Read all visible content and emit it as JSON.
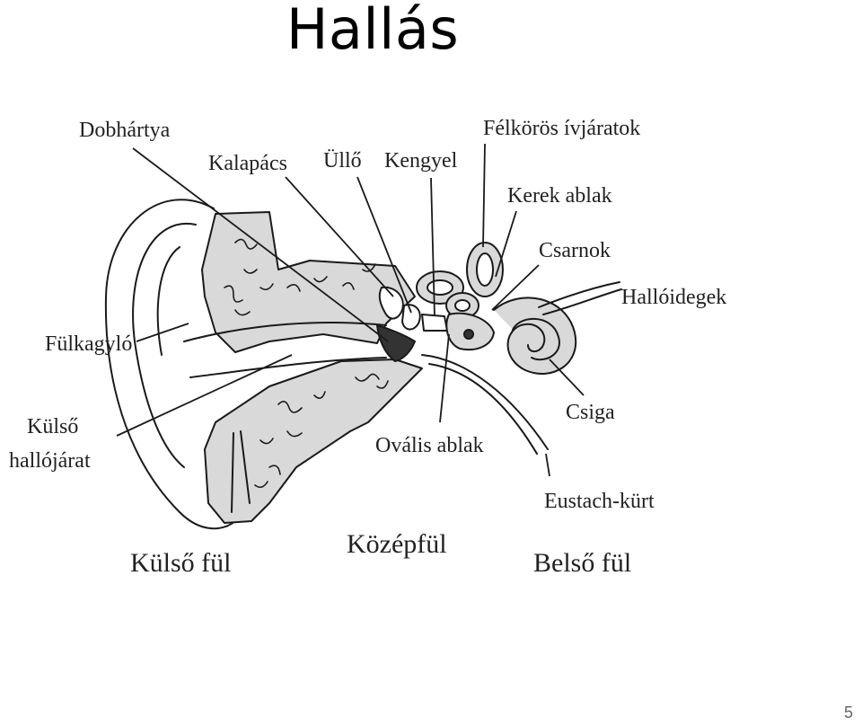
{
  "slide": {
    "title": "Hallás",
    "page_number": "5"
  },
  "diagram": {
    "labels": {
      "dobhartya": "Dobhártya",
      "kalapacs": "Kalapács",
      "ullo": "Üllő",
      "kengyel": "Kengyel",
      "felkoros": "Félkörös ívjáratok",
      "kerek_ablak": "Kerek ablak",
      "csarnok": "Csarnok",
      "halloidegek": "Hallóidegek",
      "fulkagylo": "Fülkagyló",
      "kulso_hallojarat_1": "Külső",
      "kulso_hallojarat_2": "hallójárat",
      "csiga": "Csiga",
      "ovalis_ablak": "Ovális ablak",
      "eustach": "Eustach-kürt"
    },
    "sections": {
      "kulso_ful": "Külső fül",
      "kozepful": "Középfül",
      "belso_ful": "Belső fül"
    }
  }
}
